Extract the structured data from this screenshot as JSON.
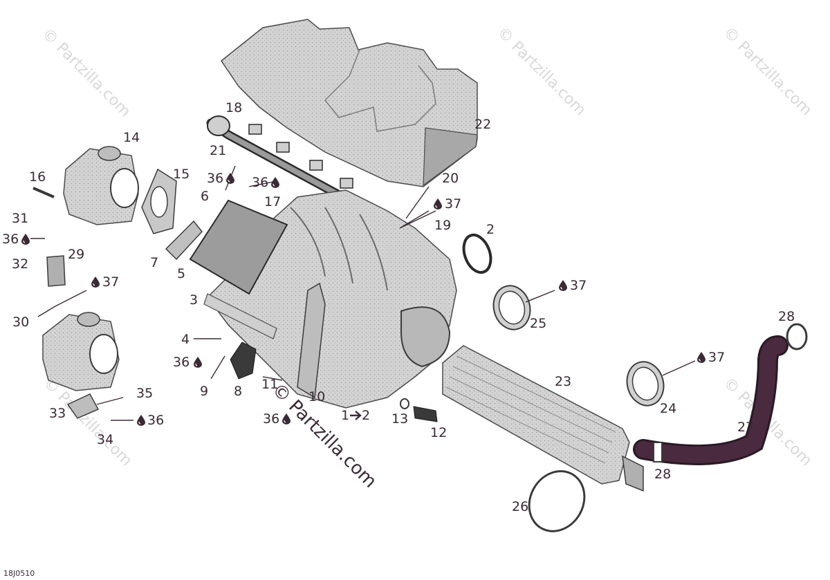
{
  "diagram_code": "18J0510",
  "watermarks": {
    "corner_text": "© Partzilla.com",
    "center_text": "© Partzilla.com"
  },
  "colors": {
    "part_fill": "#cfcfcf",
    "part_dark": "#a8a8a8",
    "hose_fill": "#4a2a3f",
    "label": "#3a2a35",
    "watermark": "#d8d8d8"
  },
  "icons": {
    "drop": "drop-icon",
    "arrow": "arrow-right-icon"
  },
  "callouts": {
    "c1": "1",
    "c1_to": "2",
    "c2": "2",
    "c3": "3",
    "c4": "4",
    "c5": "5",
    "c6": "6",
    "c7": "7",
    "c8": "8",
    "c9": "9",
    "c10": "10",
    "c11": "11",
    "c12": "12",
    "c13": "13",
    "c14": "14",
    "c15": "15",
    "c16": "16",
    "c17": "17",
    "c18": "18",
    "c19": "19",
    "c20": "20",
    "c21": "21",
    "c22": "22",
    "c23": "23",
    "c24": "24",
    "c25": "25",
    "c26": "26",
    "c27": "27",
    "c28a": "28",
    "c28b": "28",
    "c29": "29",
    "c30": "30",
    "c31": "31",
    "c32": "32",
    "c33": "33",
    "c34": "34",
    "c35": "35",
    "c36a": "36",
    "c36b": "36",
    "c36c": "36",
    "c36d": "36",
    "c36e": "36",
    "c36f": "36",
    "c37a": "37",
    "c37b": "37",
    "c37c": "37",
    "c37d": "37"
  }
}
